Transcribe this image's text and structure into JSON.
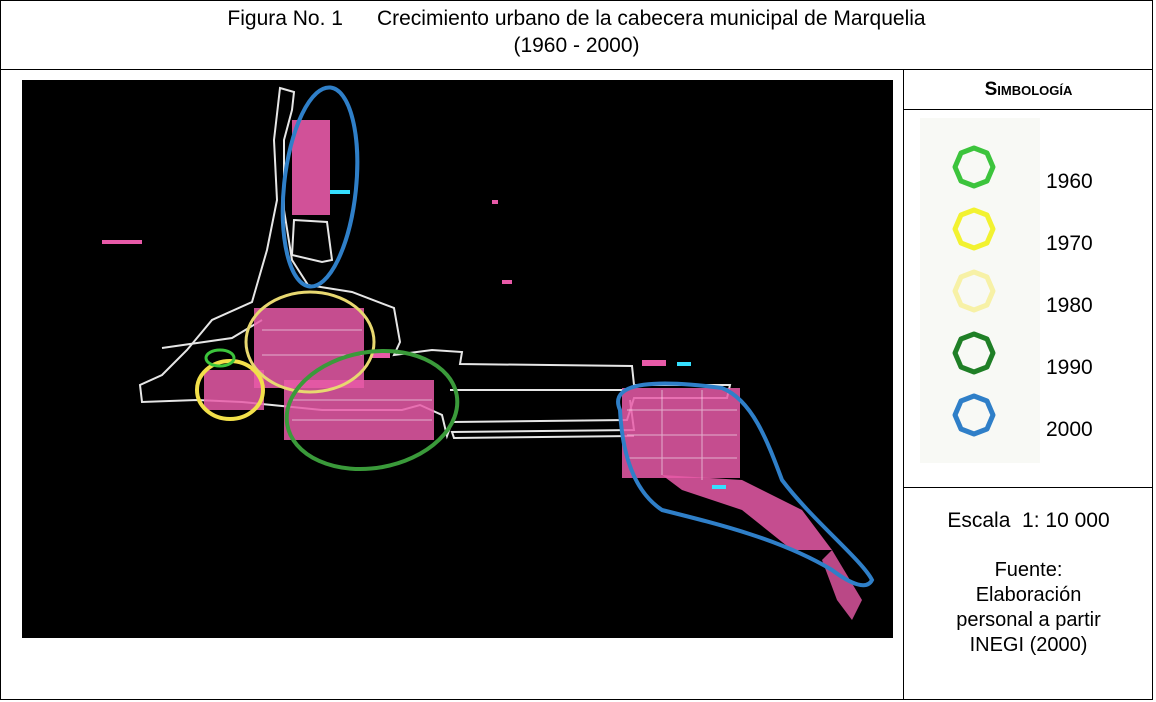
{
  "figure": {
    "number": "Figura No. 1",
    "title": "Crecimiento urbano de la cabecera municipal de Marquelia",
    "period": "(1960 - 2000)"
  },
  "legend": {
    "heading": "Simbología",
    "items": [
      {
        "year": "1960",
        "color": "#3cc43c"
      },
      {
        "year": "1970",
        "color": "#f2f230"
      },
      {
        "year": "1980",
        "color": "#f7f1a6"
      },
      {
        "year": "1990",
        "color": "#1f7f26"
      },
      {
        "year": "2000",
        "color": "#2f7fc8"
      }
    ]
  },
  "scale": "Escala  1: 10 000",
  "source": {
    "label": "Fuente:",
    "lines": [
      "Elaboración",
      "personal a partir",
      "INEGI (2000)"
    ]
  },
  "map": {
    "colors": {
      "background": "#000000",
      "streets": "#e85aa8",
      "outline": "#e6e6e6"
    },
    "growth_rings": [
      {
        "year": "2000",
        "color": "#2f7fc8",
        "zone": "north"
      },
      {
        "year": "1980",
        "color": "#e8d870",
        "zone": "center"
      },
      {
        "year": "1970",
        "color": "#f2e04a",
        "zone": "west"
      },
      {
        "year": "1990",
        "color": "#3a9a3a",
        "zone": "center-south"
      },
      {
        "year": "2000",
        "color": "#2f7fc8",
        "zone": "east"
      }
    ]
  }
}
